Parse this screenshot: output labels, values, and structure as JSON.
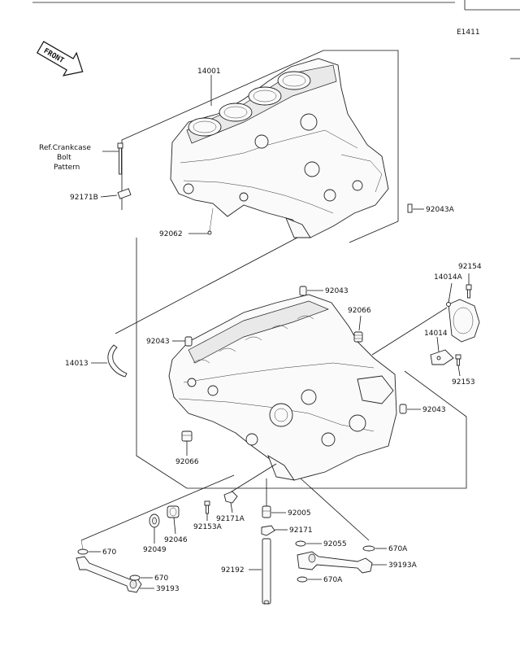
{
  "diagram": {
    "code": "E1411",
    "direction_label": "FRONT",
    "ref_note": [
      "Ref.Crankcase",
      "Bolt",
      "Pattern"
    ],
    "parts": {
      "p14001": "14001",
      "p92171B": "92171B",
      "p92062": "92062",
      "p92043A": "92043A",
      "p92154": "92154",
      "p14014A": "14014A",
      "p92043_top": "92043",
      "p92066_right": "92066",
      "p92043_left": "92043",
      "p14014": "14014",
      "p14013": "14013",
      "p92153": "92153",
      "p92043_right": "92043",
      "p92066_left": "92066",
      "p92005": "92005",
      "p92171A": "92171A",
      "p92153A": "92153A",
      "p92171": "92171",
      "p92046": "92046",
      "p92049": "92049",
      "p92055": "92055",
      "p670A_1": "670A",
      "p670_1": "670",
      "p39193A": "39193A",
      "p92192": "92192",
      "p670A_2": "670A",
      "p670_2": "670",
      "p39193": "39193"
    }
  }
}
